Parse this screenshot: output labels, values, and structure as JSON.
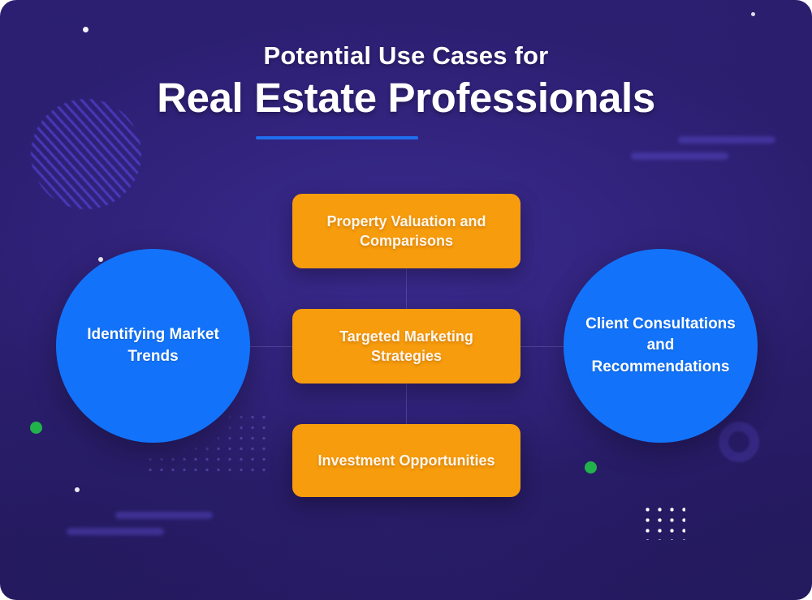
{
  "theme": {
    "background": "#2a1d6b",
    "accent_blue": "#1273fa",
    "accent_orange": "#f79c0c",
    "accent_green": "#22b24c",
    "underline_blue": "#1f6ff0",
    "text_light": "#ffffff",
    "card_text": "#fdf6ec"
  },
  "header": {
    "line1": "Potential Use Cases for",
    "line2": "Real Estate Professionals"
  },
  "circles": [
    {
      "id": "identifying-market-trends",
      "label": "Identifying Market Trends",
      "position": "left"
    },
    {
      "id": "client-consultations",
      "label": "Client Consultations and Recommendations",
      "position": "right"
    }
  ],
  "cards": [
    {
      "id": "property-valuation",
      "label": "Property Valuation and Comparisons"
    },
    {
      "id": "targeted-marketing",
      "label": "Targeted Marketing Strategies"
    },
    {
      "id": "investment-opportunities",
      "label": "Investment Opportunities"
    }
  ],
  "decorations": {
    "striped_circle": "striped-circle-decoration",
    "dot_grid": "dot-grid-decoration",
    "halftone": "halftone-dots-decoration",
    "ring": "ring-decoration",
    "bars": "blurred-bar-decoration",
    "green_dots": "green-dot-decoration",
    "white_dots": "white-dot-decoration"
  }
}
